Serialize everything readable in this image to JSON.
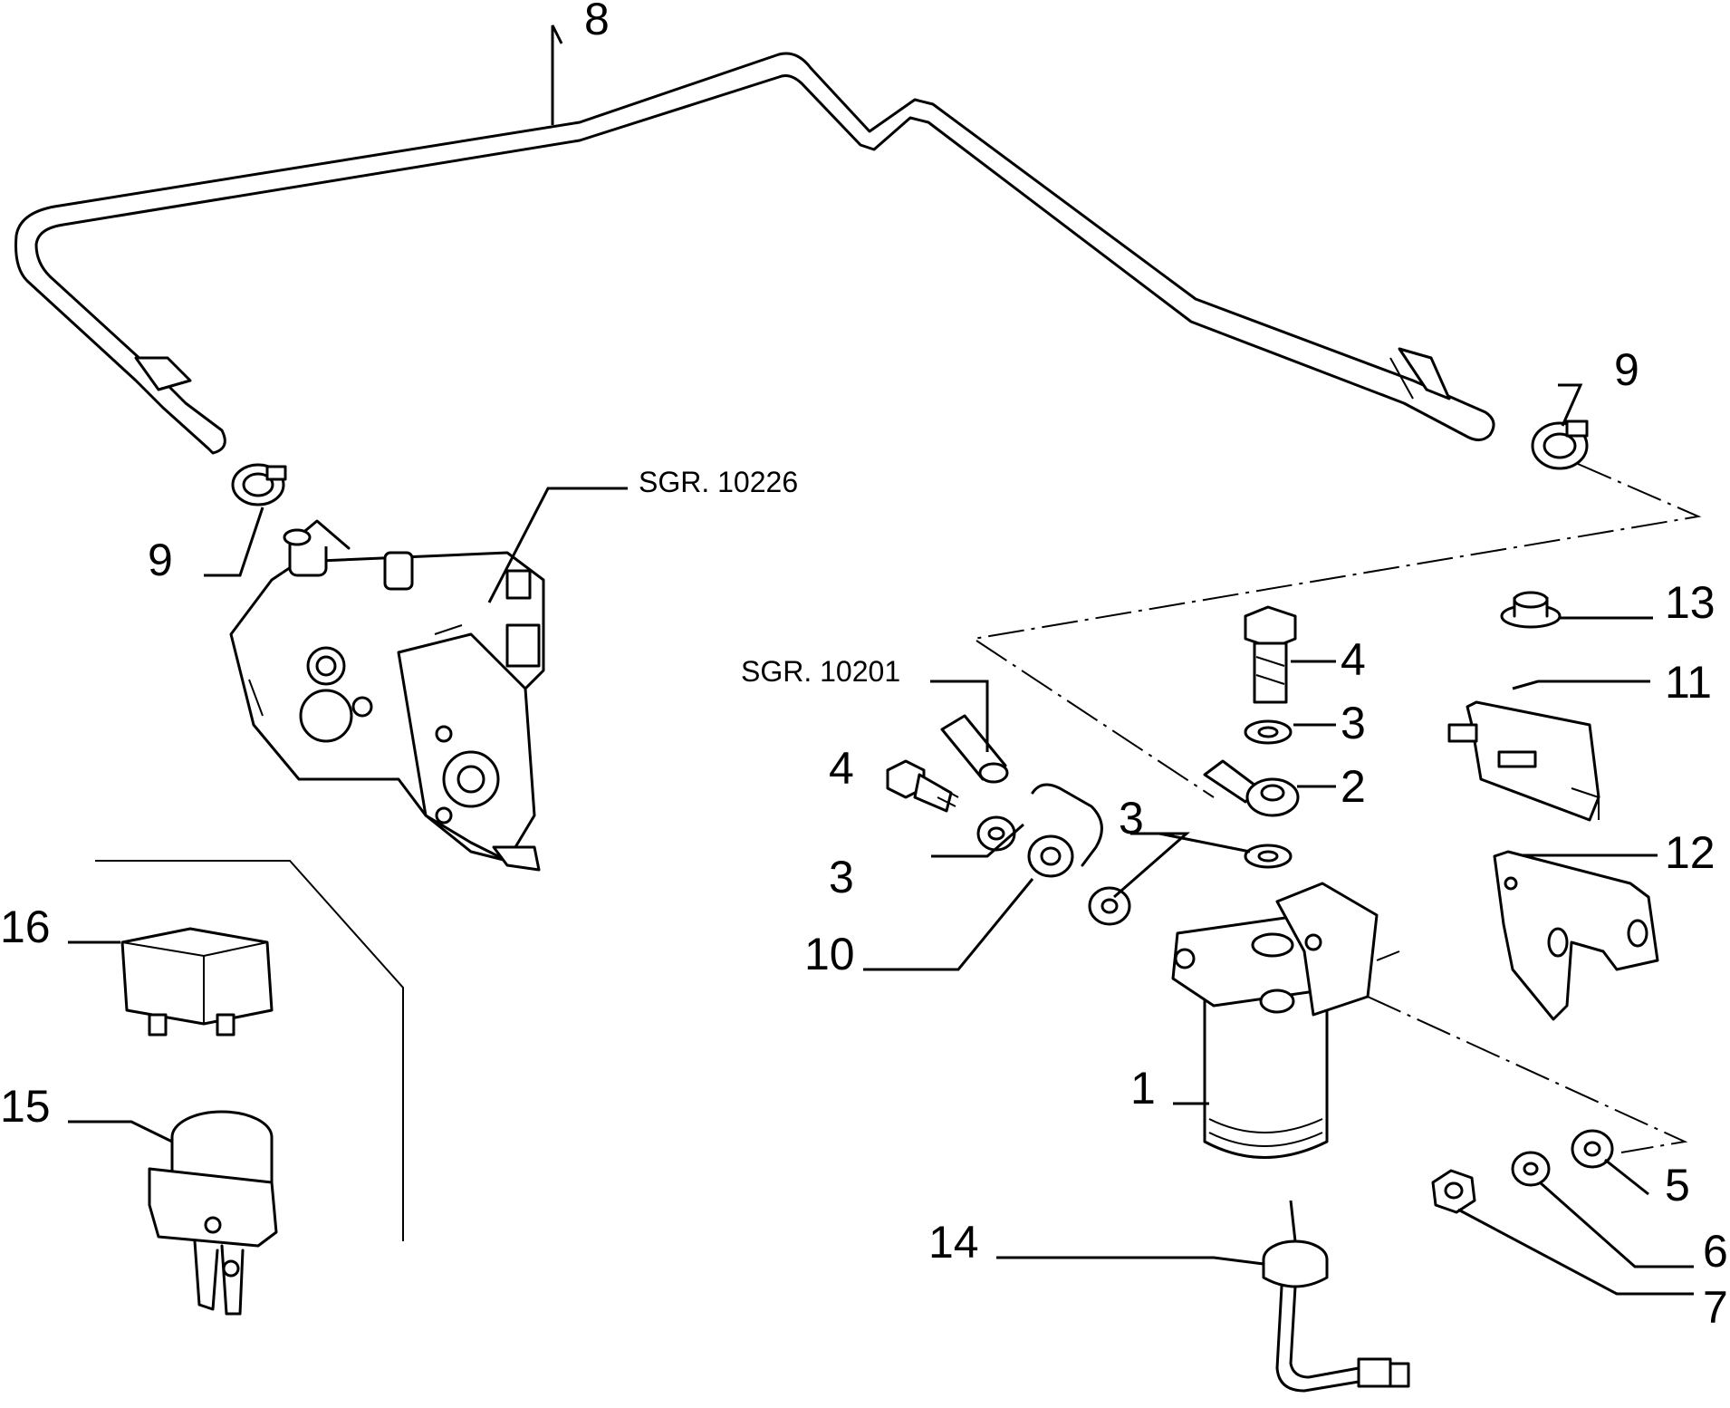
{
  "diagram": {
    "callouts": [
      {
        "id": "c1",
        "text": "1"
      },
      {
        "id": "c2",
        "text": "2"
      },
      {
        "id": "c3a",
        "text": "3"
      },
      {
        "id": "c3b",
        "text": "3"
      },
      {
        "id": "c3c",
        "text": "3"
      },
      {
        "id": "c4a",
        "text": "4"
      },
      {
        "id": "c4b",
        "text": "4"
      },
      {
        "id": "c5",
        "text": "5"
      },
      {
        "id": "c6",
        "text": "6"
      },
      {
        "id": "c7",
        "text": "7"
      },
      {
        "id": "c8",
        "text": "8"
      },
      {
        "id": "c9a",
        "text": "9"
      },
      {
        "id": "c9b",
        "text": "9"
      },
      {
        "id": "c10",
        "text": "10"
      },
      {
        "id": "c11",
        "text": "11"
      },
      {
        "id": "c12",
        "text": "12"
      },
      {
        "id": "c13",
        "text": "13"
      },
      {
        "id": "c14",
        "text": "14"
      },
      {
        "id": "c15",
        "text": "15"
      },
      {
        "id": "c16",
        "text": "16"
      }
    ],
    "references": [
      {
        "id": "r1",
        "text": "SGR. 10226"
      },
      {
        "id": "r2",
        "text": "SGR. 10201"
      }
    ]
  }
}
